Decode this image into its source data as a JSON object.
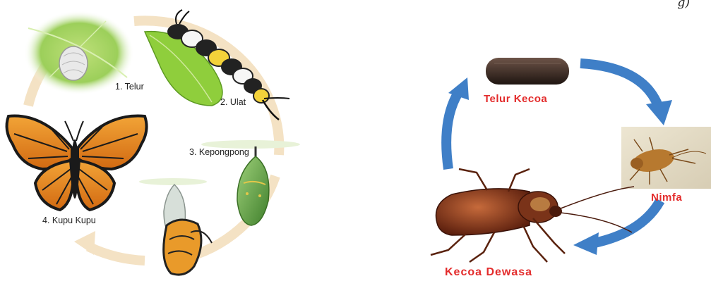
{
  "butterfly_cycle": {
    "stages": [
      {
        "label": "1. Telur"
      },
      {
        "label": "2. Ulat"
      },
      {
        "label": "3. Kepongpong"
      },
      {
        "label": "4. Kupu Kupu"
      }
    ]
  },
  "cockroach_cycle": {
    "stages": [
      {
        "label": "Telur Kecoa"
      },
      {
        "label": "Nimfa"
      },
      {
        "label": "Kecoa Dewasa"
      }
    ],
    "colors": {
      "arrow": "#3f7fc7",
      "label": "#e32b2b"
    }
  },
  "corner_text": "g)"
}
